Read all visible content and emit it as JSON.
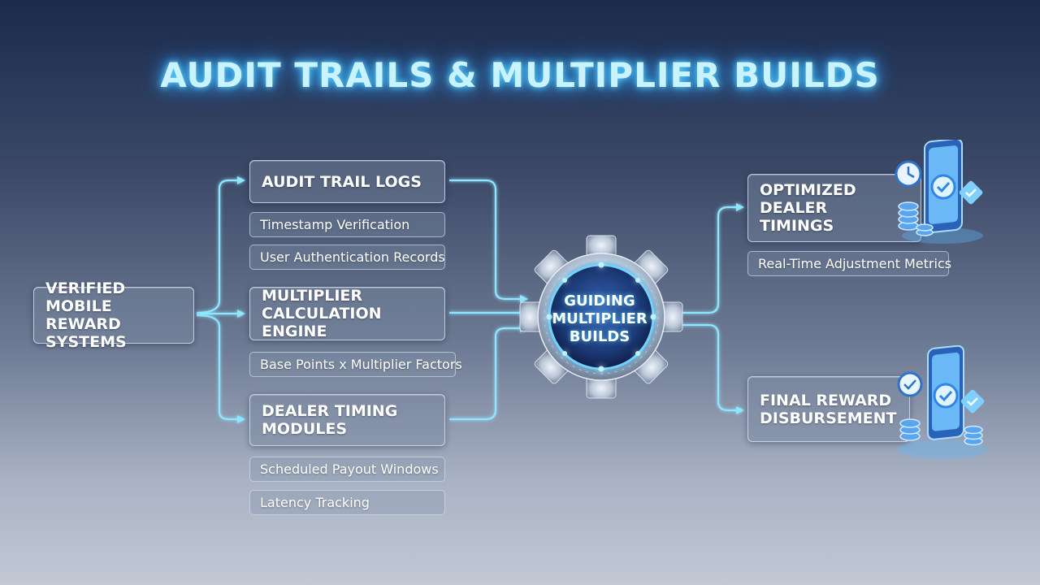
{
  "title": "AUDIT TRAILS & MULTIPLIER BUILDS",
  "source": {
    "label": "VERIFIED MOBILE\nREWARD SYSTEMS"
  },
  "modules": [
    {
      "label": "AUDIT TRAIL LOGS",
      "details": [
        "Timestamp Verification",
        "User Authentication Records"
      ]
    },
    {
      "label": "MULTIPLIER\nCALCULATION ENGINE",
      "details": [
        "Base Points x Multiplier Factors"
      ]
    },
    {
      "label": "DEALER TIMING\nMODULES",
      "details": [
        "Scheduled Payout Windows",
        "Latency Tracking"
      ]
    }
  ],
  "hub": {
    "label": "GUIDING\nMULTIPLIER\nBUILDS"
  },
  "outputs": [
    {
      "label": "OPTIMIZED\nDEALER\nTIMINGS",
      "details": [
        "Real-Time Adjustment Metrics"
      ]
    },
    {
      "label": "FINAL REWARD\nDISBURSEMENT",
      "details": []
    }
  ],
  "icons": [
    "gear-icon",
    "smartphone-check-icon",
    "clock-icon",
    "coin-stack-icon",
    "checkmark-badge-icon"
  ],
  "colors": {
    "accent": "#5fd6ff",
    "connector": "#8fe6ff",
    "title_glow": "#39b6ff",
    "background_top": "#1b2a4d",
    "background_bottom": "#c2c8d4"
  }
}
